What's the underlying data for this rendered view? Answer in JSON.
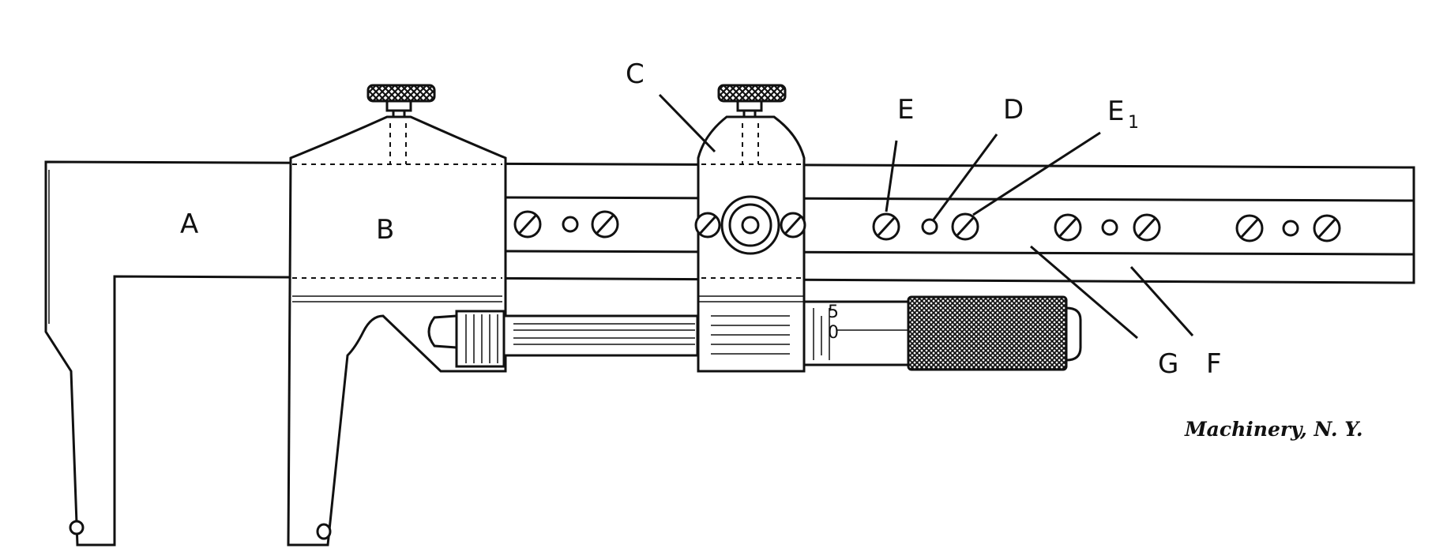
{
  "labels": {
    "A": "A",
    "B": "B",
    "C": "C",
    "D": "D",
    "E": "E",
    "E1_main": "E",
    "E1_sub": "1",
    "F": "F",
    "G": "G"
  },
  "scale_digits": {
    "top": "5",
    "bottom": "0"
  },
  "credit": "Machinery, N. Y.",
  "colors": {
    "ink": "#111111",
    "paper": "#ffffff"
  }
}
